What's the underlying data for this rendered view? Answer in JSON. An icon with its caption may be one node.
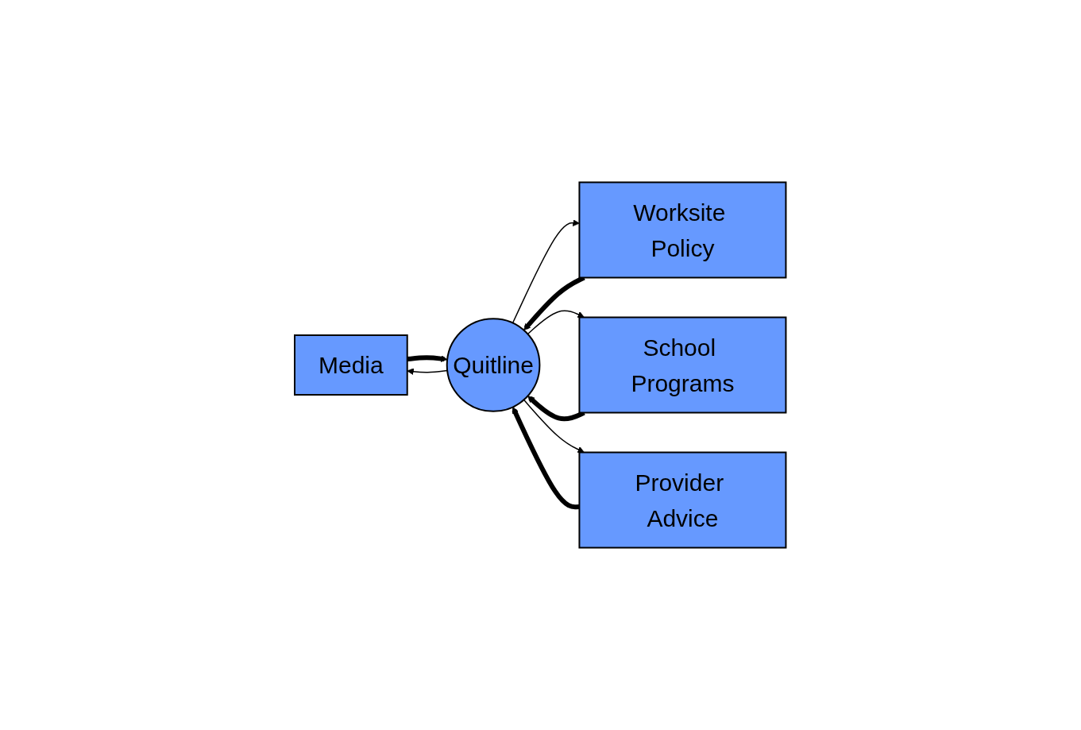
{
  "diagram": {
    "nodes": [
      {
        "text": [
          "Media"
        ]
      },
      {
        "text": [
          "Worksite Policy"
        ]
      },
      {
        "text": [
          "School Programs"
        ]
      },
      {
        "text": [
          "Provider Advice"
        ]
      },
      {
        "text": [
          "Quitline"
        ]
      }
    ],
    "edges": [
      {
        "from": 0,
        "to": 4,
        "arrow": "to",
        "style": "thick"
      },
      {
        "from": 1,
        "to": 4,
        "arrow": "to",
        "style": "thick"
      },
      {
        "from": 2,
        "to": 4,
        "arrow": "to",
        "style": "thick"
      },
      {
        "from": 3,
        "to": 4,
        "arrow": "to",
        "style": "thick"
      },
      {
        "from": 4,
        "to": 0,
        "arrow": "to"
      },
      {
        "from": 4,
        "to": 1,
        "arrow": "to"
      },
      {
        "from": 4,
        "to": 2,
        "arrow": "to"
      },
      {
        "from": 4,
        "to": 3,
        "arrow": "to"
      }
    ]
  }
}
